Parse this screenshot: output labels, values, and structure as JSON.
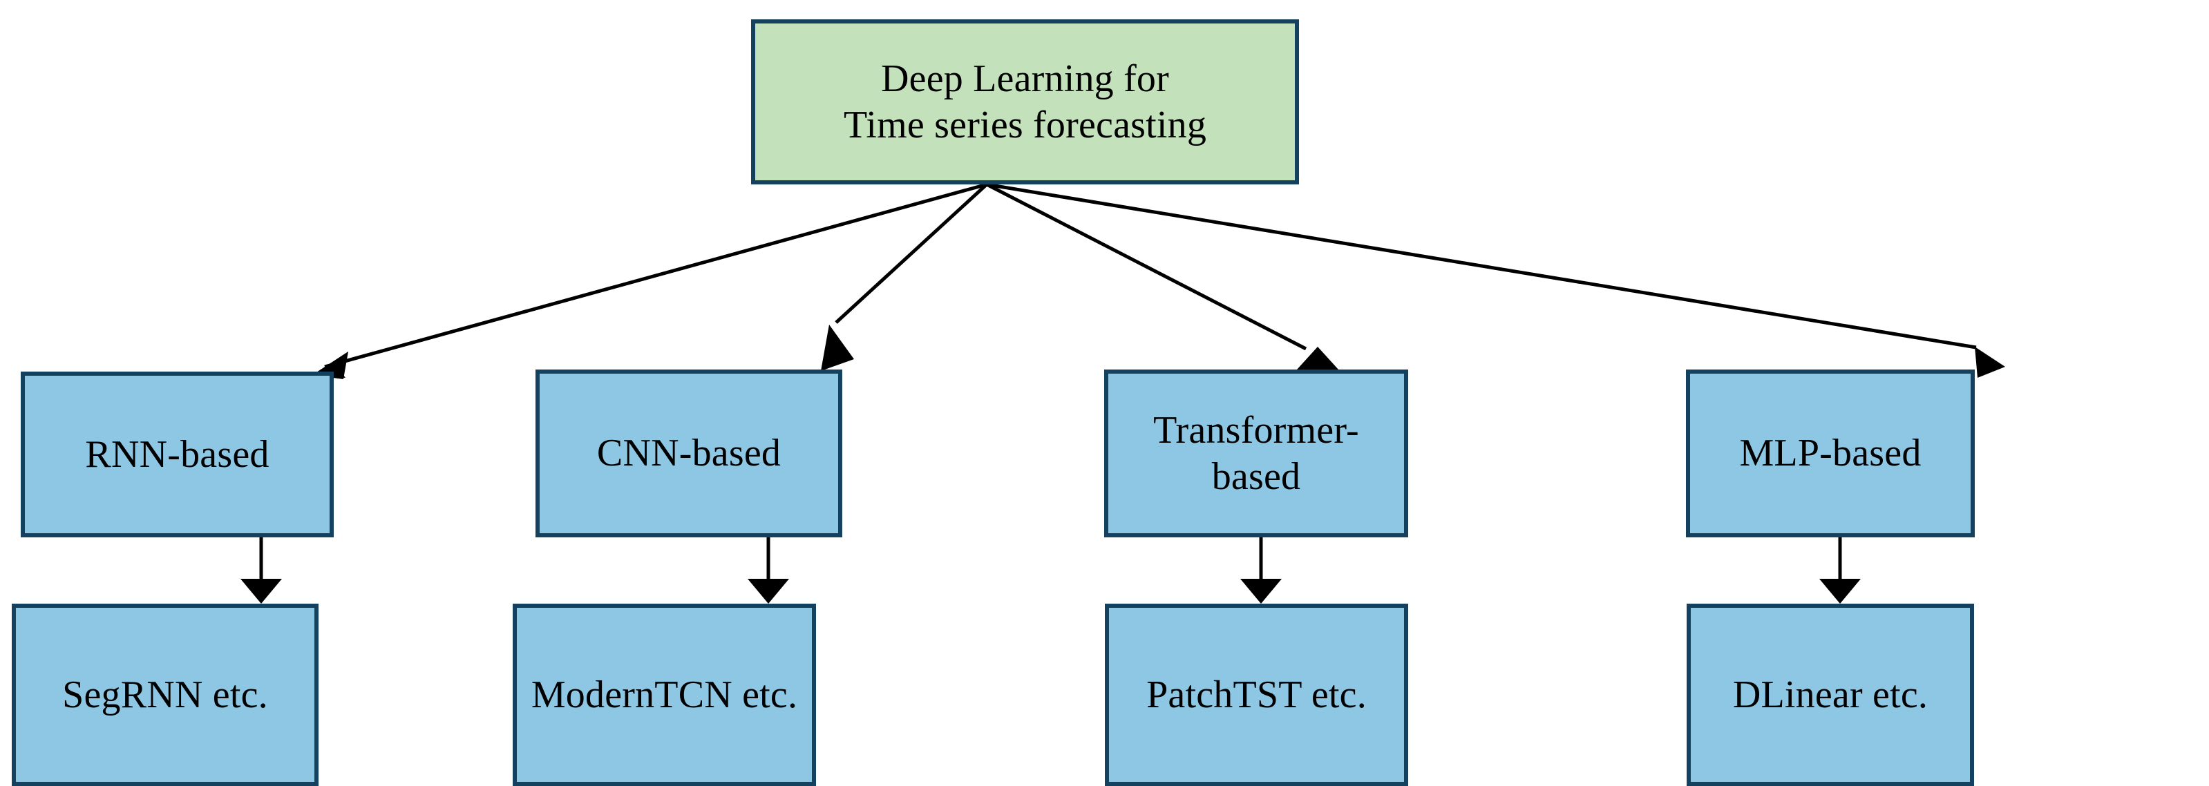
{
  "diagram": {
    "title": "Deep Learning for Time series forecasting taxonomy",
    "colors": {
      "root_fill": "#c3e2bc",
      "node_fill": "#8ec7e4",
      "border": "#14415e",
      "edge": "#000000",
      "background": "#ffffff",
      "text": "#000000"
    },
    "root": {
      "label": "Deep Learning for\nTime series forecasting"
    },
    "branches": [
      {
        "label": "RNN-based",
        "leaf": "SegRNN etc."
      },
      {
        "label": "CNN-based",
        "leaf": "ModernTCN etc."
      },
      {
        "label": "Transformer-based",
        "leaf": "PatchTST etc."
      },
      {
        "label": "MLP-based",
        "leaf": "DLinear etc."
      }
    ],
    "edges": {
      "root_to_branches": [
        {
          "from": "Deep Learning for Time series forecasting",
          "to": "RNN-based",
          "arrow": "arrowhead-down-left"
        },
        {
          "from": "Deep Learning for Time series forecasting",
          "to": "CNN-based",
          "arrow": "arrowhead-down-left"
        },
        {
          "from": "Deep Learning for Time series forecasting",
          "to": "Transformer-based",
          "arrow": "arrowhead-down"
        },
        {
          "from": "Deep Learning for Time series forecasting",
          "to": "MLP-based",
          "arrow": "arrowhead-down-right"
        }
      ],
      "branches_to_leaves": [
        {
          "from": "RNN-based",
          "to": "SegRNN etc.",
          "arrow": "arrowhead-down"
        },
        {
          "from": "CNN-based",
          "to": "ModernTCN etc.",
          "arrow": "arrowhead-down"
        },
        {
          "from": "Transformer-based",
          "to": "PatchTST etc.",
          "arrow": "arrowhead-down"
        },
        {
          "from": "MLP-based",
          "to": "DLinear etc.",
          "arrow": "arrowhead-down"
        }
      ]
    }
  }
}
